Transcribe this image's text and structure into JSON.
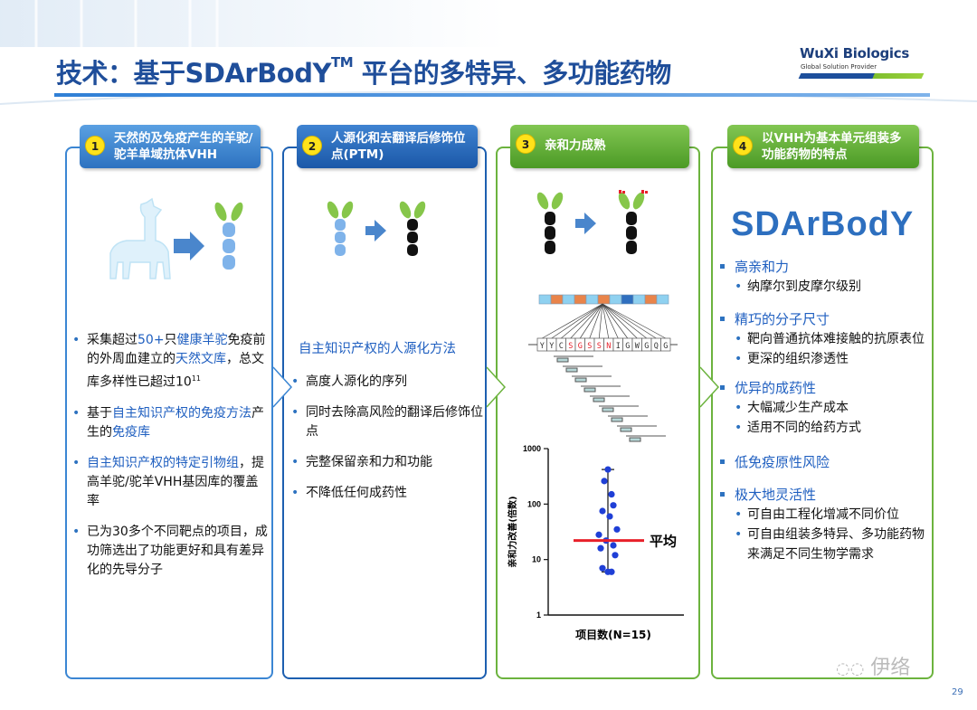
{
  "title": {
    "main": "技术：基于SDArBodY",
    "tm": "TM",
    "rest": " 平台的多特异、多功能药物"
  },
  "logo": {
    "name": "WuXi Biologics",
    "tagline": "Global Solution Provider"
  },
  "columns": [
    {
      "num": "1",
      "header": "天然的及免疫产生的羊驼/驼羊单域抗体VHH"
    },
    {
      "num": "2",
      "header": "人源化和去翻译后修饰位点(PTM)"
    },
    {
      "num": "3",
      "header": "亲和力成熟"
    },
    {
      "num": "4",
      "header": "以VHH为基本单元组装多功能药物的特点"
    }
  ],
  "col1": {
    "b1": {
      "a": "采集超过",
      "b": "50+",
      "c": "只",
      "d": "健康羊驼",
      "e": "免疫前的外周血建立的",
      "f": "天然文库",
      "g": "，总文库多样性已超过10",
      "h": "11"
    },
    "b2": {
      "a": "基于",
      "b": "自主知识产权的免疫方法",
      "c": "产生的",
      "d": "免疫库"
    },
    "b3": {
      "a": "自主知识产权的特定引物组",
      "b": "，提高羊驼/驼羊VHH基因库的覆盖率"
    },
    "b4": "已为30多个不同靶点的项目，成功筛选出了功能更好和具有差异化的先导分子"
  },
  "col2": {
    "heading": "自主知识产权的人源化方法",
    "bullets": [
      "高度人源化的序列",
      "同时去除高风险的翻译后修饰位点",
      "完整保留亲和力和功能",
      "不降低任何成药性"
    ]
  },
  "col3": {
    "sequence": [
      "Y",
      "Y",
      "C",
      "S",
      "G",
      "S",
      "S",
      "N",
      "I",
      "G",
      "W",
      "G",
      "Q",
      "G"
    ],
    "legend_mean": "平均"
  },
  "chart_data": {
    "type": "scatter",
    "title": "",
    "xlabel": "项目数(N=15)",
    "ylabel": "亲和力改善(倍数)",
    "y_scale": "log",
    "ylim": [
      1,
      1000
    ],
    "y_ticks": [
      "1000",
      "100",
      "10",
      "1"
    ],
    "points": [
      420,
      260,
      150,
      95,
      75,
      60,
      35,
      28,
      22,
      18,
      16,
      12,
      7,
      6,
      6
    ],
    "mean": 22,
    "range": [
      6,
      420
    ]
  },
  "col4": {
    "logo_text": "SDArBodY",
    "groups": [
      {
        "title": "高亲和力",
        "subs": [
          "纳摩尔到皮摩尔级别"
        ]
      },
      {
        "title": "精巧的分子尺寸",
        "subs": [
          "靶向普通抗体难接触的抗原表位",
          "更深的组织渗透性"
        ]
      },
      {
        "title": "优异的成药性",
        "subs": [
          "大幅减少生产成本",
          "适用不同的给药方式"
        ]
      },
      {
        "title": "低免疫原性风险",
        "subs": []
      },
      {
        "title": "极大地灵活性",
        "subs": [
          "可自由工程化增减不同价位",
          "可自由组装多特异、多功能药物来满足不同生物学需求"
        ]
      }
    ]
  },
  "watermark": "伊络",
  "page_number": "29",
  "colors": {
    "blue": "#2d72c0",
    "green": "#6cb33e",
    "accent_red": "#e8202a",
    "point_blue": "#1f3fd6"
  }
}
